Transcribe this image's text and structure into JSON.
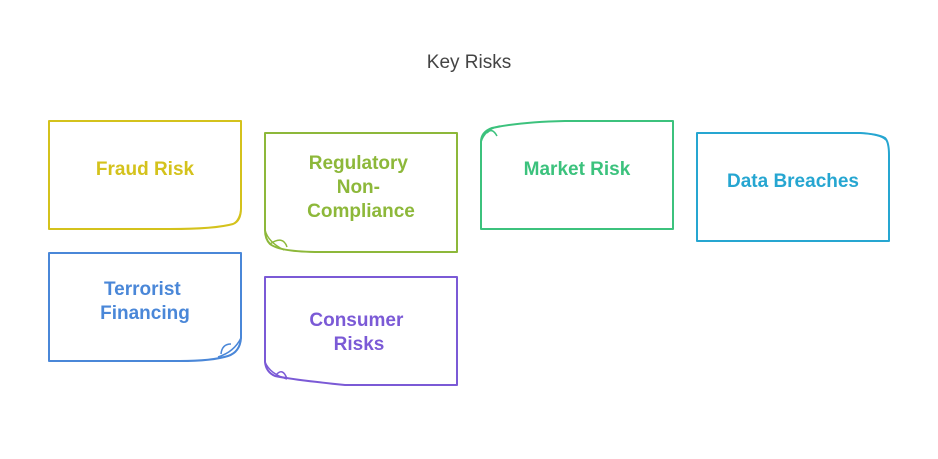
{
  "title": "Key Risks",
  "cards": [
    {
      "label_lines": [
        "Fraud Risk"
      ],
      "color": "#d4c21c",
      "corner": "curl-bottom-right"
    },
    {
      "label_lines": [
        "Regulatory",
        "Non-",
        "Compliance"
      ],
      "color": "#8db83a",
      "corner": "curl-bottom-left"
    },
    {
      "label_lines": [
        "Market Risk"
      ],
      "color": "#3cc27d",
      "corner": "curl-top-left"
    },
    {
      "label_lines": [
        "Data Breaches"
      ],
      "color": "#26a6d1",
      "corner": "curl-top-right"
    },
    {
      "label_lines": [
        "Terrorist",
        "Financing"
      ],
      "color": "#4a87d8",
      "corner": "curl-bottom-right"
    },
    {
      "label_lines": [
        "Consumer",
        "Risks"
      ],
      "color": "#7b5ad6",
      "corner": "curl-bottom-left"
    }
  ]
}
